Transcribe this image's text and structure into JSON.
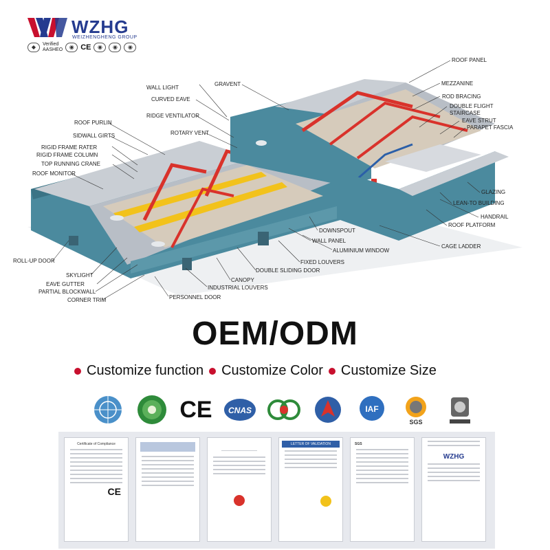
{
  "header": {
    "brand": "WZHG",
    "brand_sub": "WEIZHENGHENG GROUP",
    "verified_line1": "Verified",
    "verified_line2": "AASHEO",
    "ce_mark": "CE"
  },
  "diagram_labels": {
    "left": [
      "ROOF PURLIN",
      "SIDWALL GIRTS",
      "RIGID FRAME RATER",
      "RIGID FRAME COLUMN",
      "TOP RUNNING CRANE",
      "ROOF MONITOR",
      "ROLL-UP DOOR",
      "SKYLIGHT",
      "EAVE GUTTER",
      "PARTIAL BLOCKWALL",
      "CORNER TRIM"
    ],
    "top": [
      "WALL LIGHT",
      "CURVED EAVE",
      "RIDGE VENTILATOR",
      "ROTARY VENT",
      "GRAVENT"
    ],
    "right": [
      "ROOF PANEL",
      "MEZZANINE",
      "ROD BRACING",
      "DOUBLE FLIGHT",
      "STAIRCASE",
      "EAVE STRUT",
      "PARAPET FASCIA",
      "GLAZING",
      "LEAN-TO BUILDING",
      "HANDRAIL",
      "ROOF PLATFORM",
      "CAGE LADDER"
    ],
    "bottom": [
      "DOWNSPOUT",
      "WALL PANEL",
      "ALUMINIUM WINDOW",
      "FIXED LOUVERS",
      "DOUBLE SLIDING DOOR",
      "CANOPY",
      "INDUSTRIAL LOUVERS",
      "PERSONNEL DOOR"
    ]
  },
  "headline": "OEM/ODM",
  "customize": [
    "Customize function",
    "Customize Color",
    "Customize Size"
  ],
  "cert_icons": [
    "un-icon",
    "green-seal-icon",
    "ce-icon",
    "cnas-icon",
    "cqc-icon",
    "red-mark-icon",
    "iaf-icon",
    "sgs-icon",
    "bureau-veritas-icon"
  ],
  "cert_texts": {
    "ce": "CE",
    "cnas": "CNAS",
    "iaf": "IAF",
    "sgs": "SGS"
  },
  "documents": {
    "doc1_title": "Certificate of Compliance",
    "doc4_title": "LETTER OF VALIDATION",
    "doc5_title": "SGS",
    "doc6_logo": "WZHG",
    "doc1_ce": "CE"
  },
  "colors": {
    "brand": "#253b8f",
    "accent_red": "#c8102e",
    "wall": "#4b8a9e",
    "roof": "#c9ced4",
    "frame": "#d9322b",
    "crane": "#f2c21b"
  }
}
